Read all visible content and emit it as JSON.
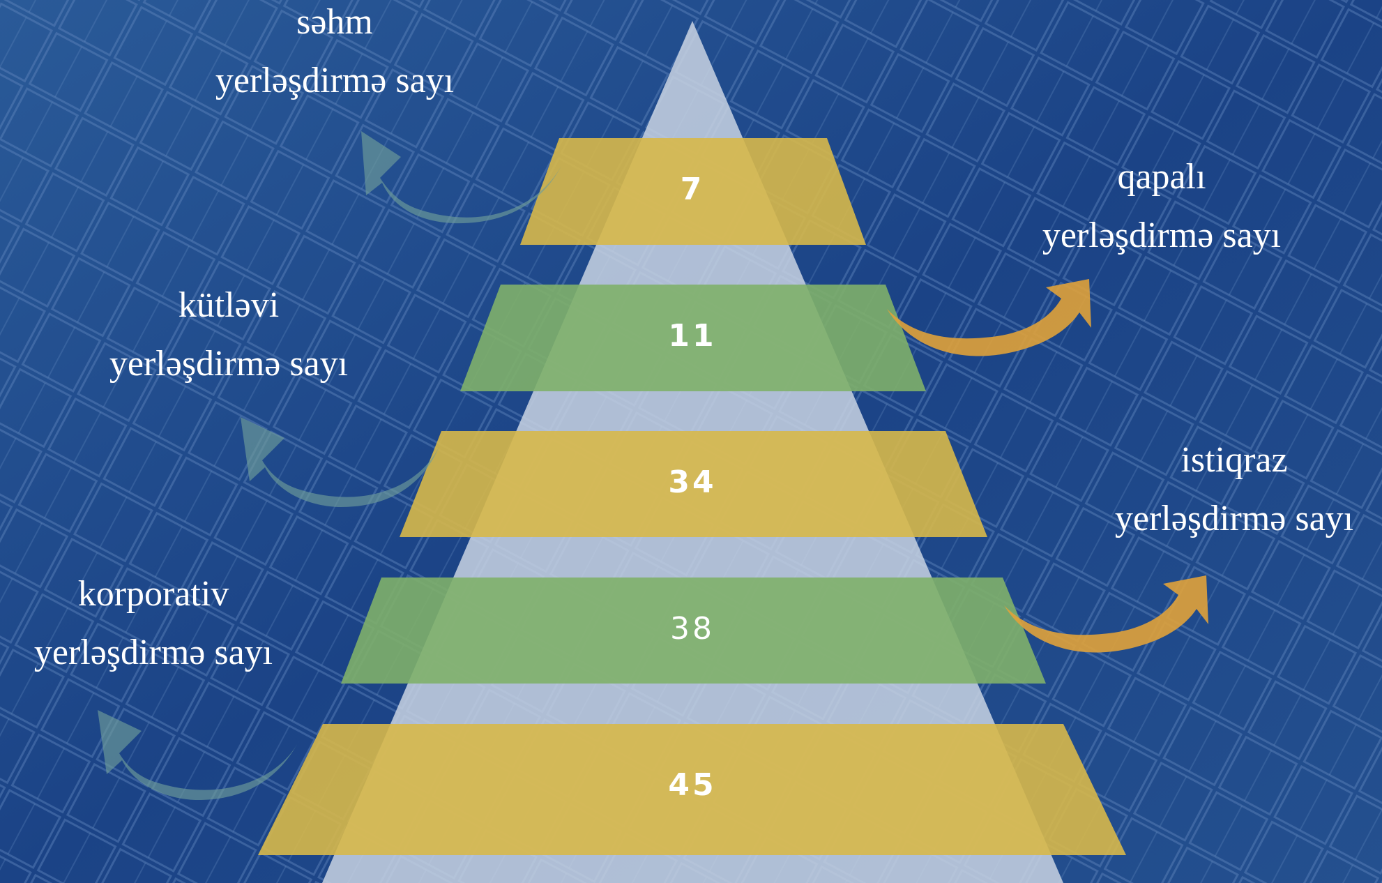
{
  "tiers": [
    {
      "value": "7",
      "color": "#d7b84a"
    },
    {
      "value": "11",
      "color": "#7fb06a"
    },
    {
      "value": "34",
      "color": "#d7b84a"
    },
    {
      "value": "38",
      "color": "#7fb06a"
    },
    {
      "value": "45",
      "color": "#d7b84a"
    }
  ],
  "labels": {
    "sehm": {
      "line1": "səhm",
      "line2": "yerləşdirmə sayı"
    },
    "kutlevi": {
      "line1": "kütləvi",
      "line2": "yerləşdirmə sayı"
    },
    "korporativ": {
      "line1": "korporativ",
      "line2": "yerləşdirmə sayı"
    },
    "qapali": {
      "line1": "qapalı",
      "line2": "yerləşdirmə sayı"
    },
    "istiqraz": {
      "line1": "istiqraz",
      "line2": "yerləşdirmə sayı"
    }
  },
  "colors": {
    "background": "#1d4688",
    "pyramid": "#c9d3e3",
    "arrow_left": "#6f9c9a",
    "arrow_right": "#e0a23a"
  }
}
